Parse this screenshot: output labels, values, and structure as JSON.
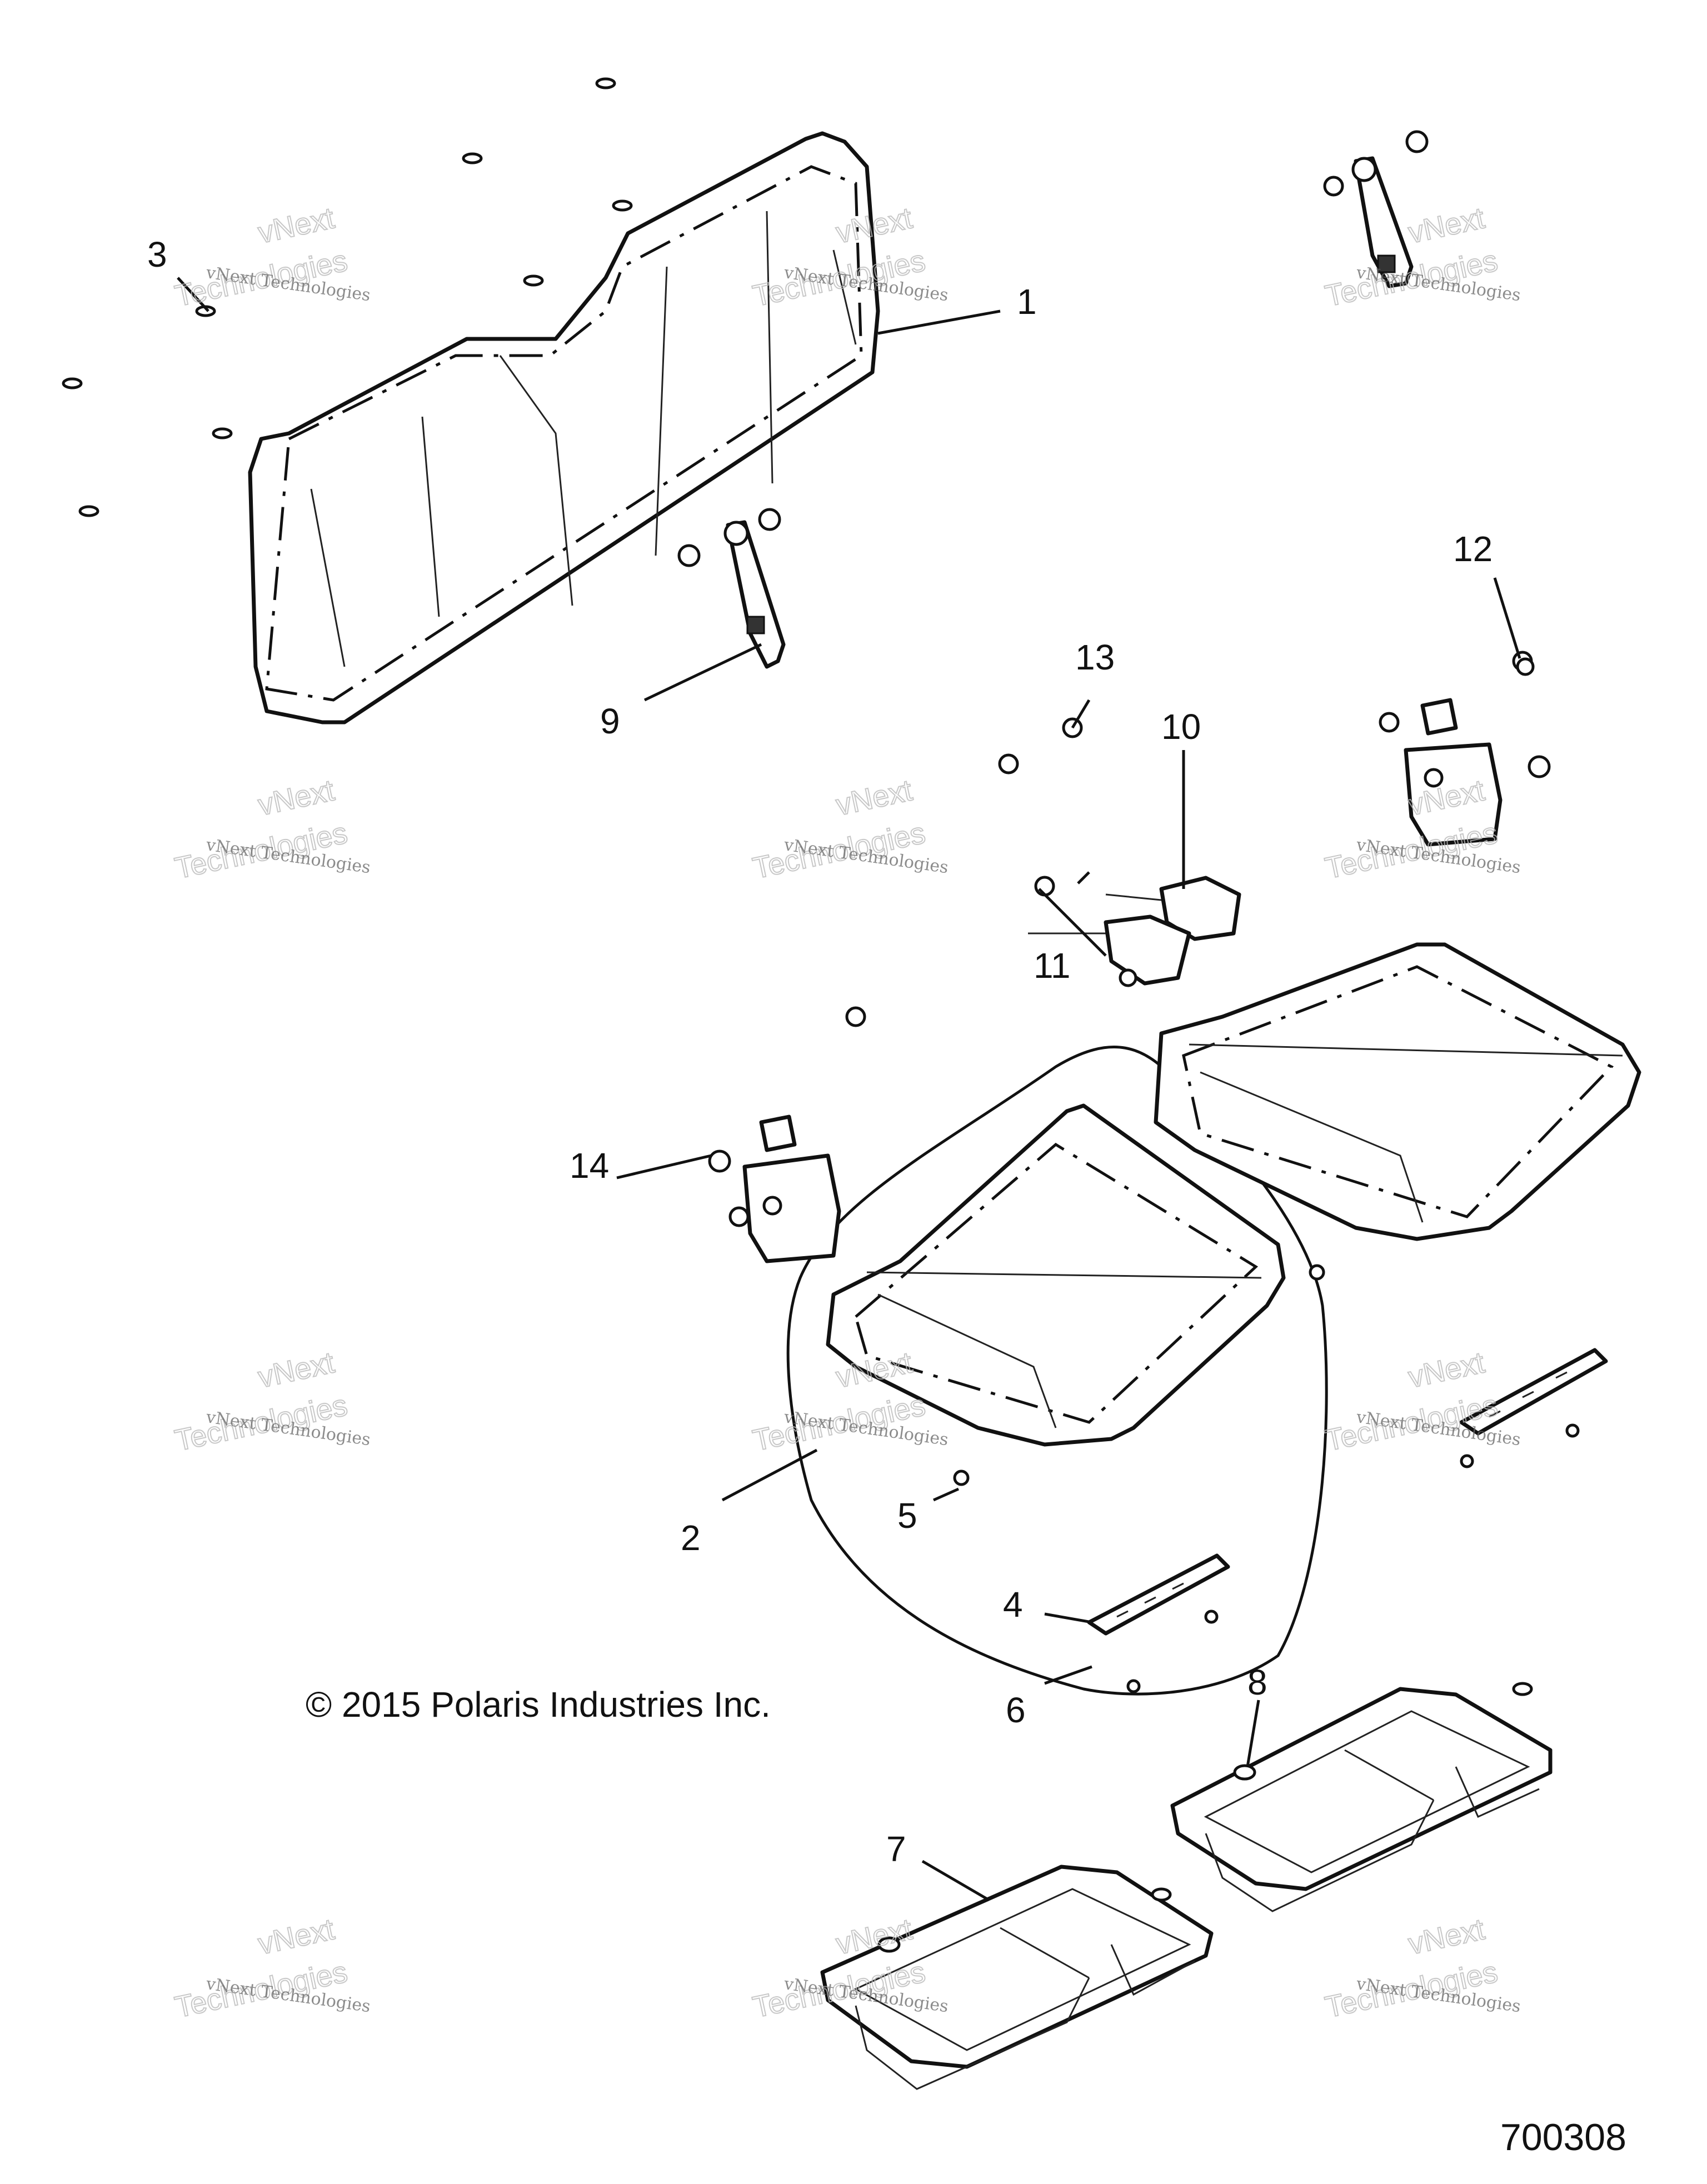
{
  "copyright": "© 2015 Polaris Industries Inc.",
  "diagram_number": "700308",
  "watermark": {
    "line1": "vNext Technologies",
    "line2": "vNext",
    "line3": "Technologies"
  },
  "callouts": [
    "1",
    "2",
    "3",
    "4",
    "5",
    "6",
    "7",
    "8",
    "9",
    "10",
    "11",
    "12",
    "13",
    "14"
  ]
}
